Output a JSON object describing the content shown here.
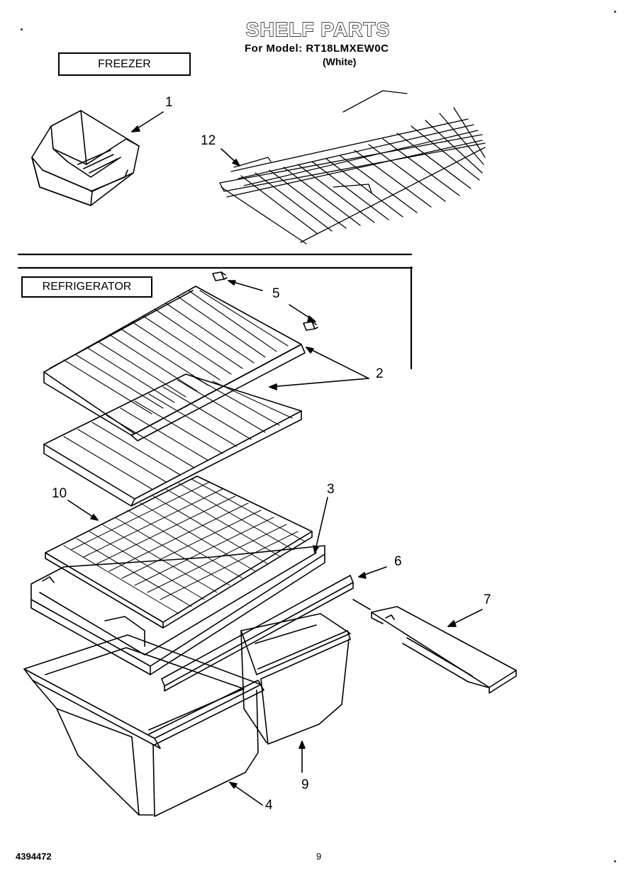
{
  "header": {
    "title": "SHELF PARTS",
    "model_line": "For Model: RT18LMXEW0C",
    "color_note": "(White)"
  },
  "sections": {
    "freezer_label": "FREEZER",
    "refrigerator_label": "REFRIGERATOR"
  },
  "callouts": {
    "c1": "1",
    "c2": "2",
    "c3": "3",
    "c4": "4",
    "c5": "5",
    "c6": "6",
    "c7": "7",
    "c9": "9",
    "c10": "10",
    "c12": "12"
  },
  "footer": {
    "doc_number": "4394472",
    "page_number": "9"
  }
}
